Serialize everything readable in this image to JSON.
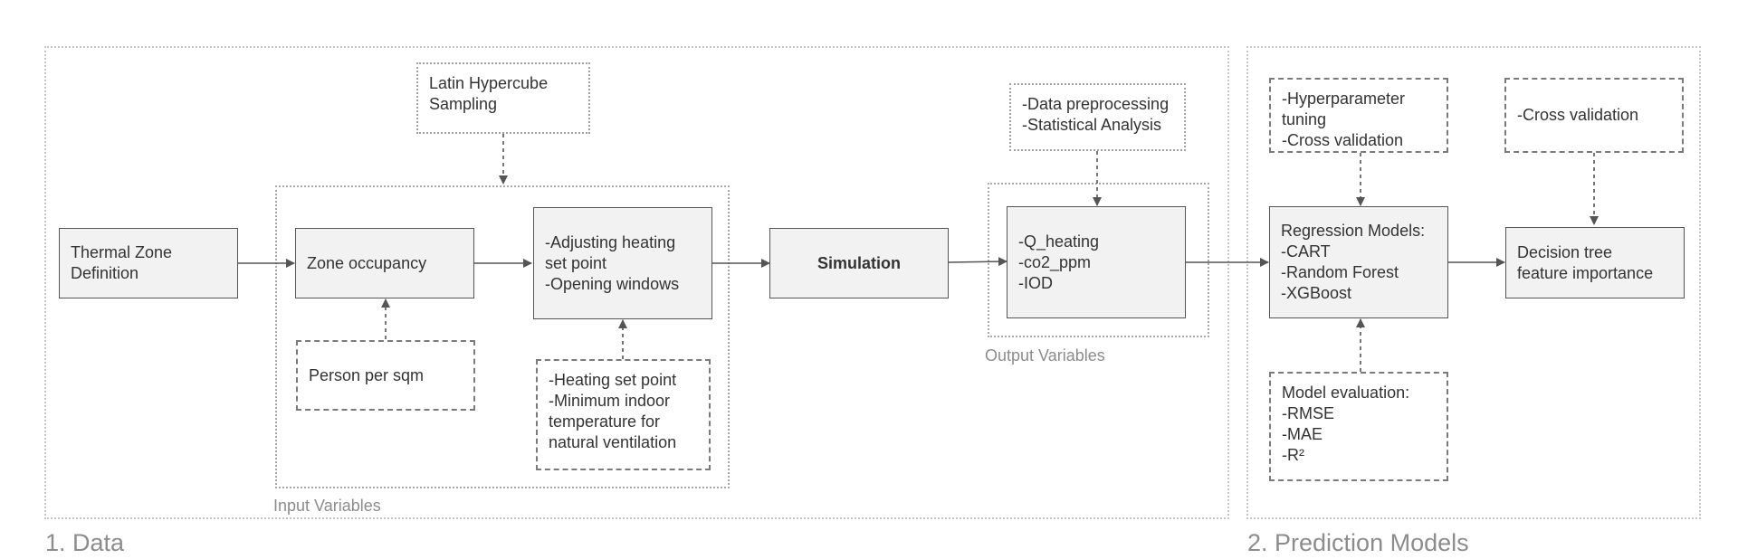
{
  "regions": {
    "data": "1. Data",
    "prediction": "2. Prediction Models"
  },
  "groups": {
    "input_variables": "Input Variables",
    "output_variables": "Output Variables"
  },
  "nodes": {
    "thermal_zone": "Thermal Zone\nDefinition",
    "zone_occupancy": "Zone occupancy",
    "adjusting": "-Adjusting heating\nset point\n-Opening windows",
    "simulation": "Simulation",
    "outputs": "-Q_heating\n-co2_ppm\n-IOD",
    "regression": "Regression Models:\n-CART\n-Random Forest\n-XGBoost",
    "decision_tree": "Decision tree\nfeature importance",
    "latin_hypercube": "Latin Hypercube\nSampling",
    "person_per_sqm": "Person per sqm",
    "heating_set_point": "-Heating set point\n-Minimum indoor\ntemperature for\nnatural ventilation",
    "data_preprocessing": "-Data preprocessing\n-Statistical Analysis",
    "hyperparameter": "-Hyperparameter\ntuning\n-Cross validation",
    "cross_validation": "-Cross validation",
    "model_evaluation": "Model evaluation:\n-RMSE\n-MAE\n-R²"
  },
  "colors": {
    "line": "#555555",
    "label_gray": "#8c8c8c"
  }
}
